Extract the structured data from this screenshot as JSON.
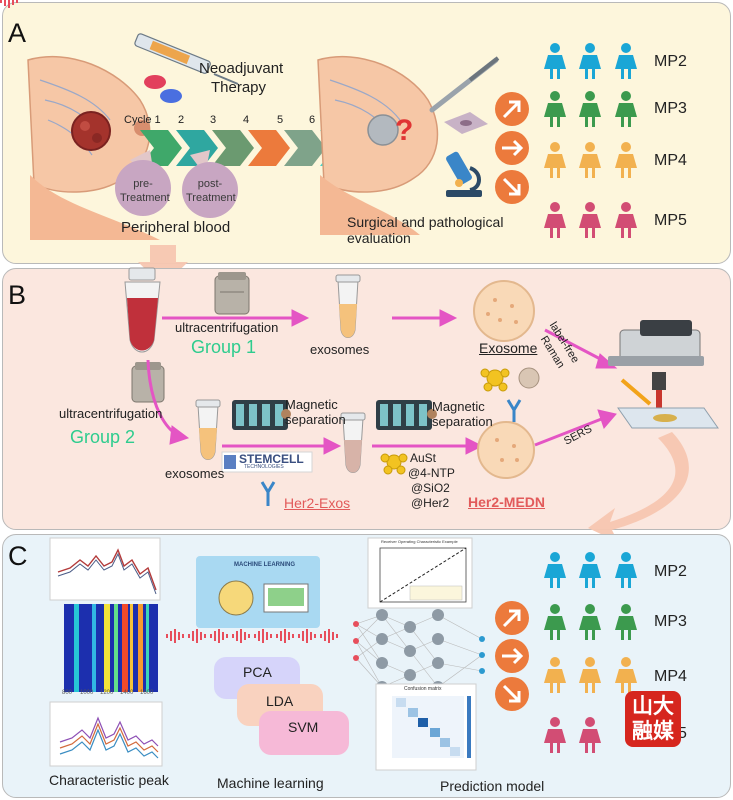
{
  "panel_a": {
    "label": "A",
    "therapy": [
      "Neoadjuvant",
      "Therapy"
    ],
    "cycles": [
      "Cycle 1",
      "2",
      "3",
      "4",
      "5",
      "6"
    ],
    "pre_treatment": [
      "pre-",
      "Treatment"
    ],
    "post_treatment": [
      "post-",
      "Treatment"
    ],
    "peripheral_blood": "Peripheral blood",
    "surgical": [
      "Surgical  and pathological",
      "evaluation"
    ],
    "groups": [
      "MP2",
      "MP3",
      "MP4",
      "MP5"
    ]
  },
  "panel_b": {
    "label": "B",
    "ultracentrifugation_1": "ultracentrifugation",
    "group_1": "Group 1",
    "exosomes_1": "exosomes",
    "exosome": "Exosome",
    "label_free": [
      "label-free",
      "Raman"
    ],
    "ultracentrifugation_2": "ultracentrifugation",
    "group_2": "Group 2",
    "exosomes_2": "exosomes",
    "magnetic_1": [
      "Magnetic",
      "separation"
    ],
    "magnetic_2": [
      "Magnetic",
      "separation"
    ],
    "stemcell": "STEMCELL",
    "stemcell_sub": "TECHNOLOGIES",
    "her2_exos": "Her2-Exos",
    "aust": [
      "AuSt",
      "@4-NTP",
      "@SiO2",
      "@Her2"
    ],
    "her2_medn": "Her2-MEDN",
    "sers": "SERS"
  },
  "panel_c": {
    "label": "C",
    "characteristic_peak": "Characteristic peak",
    "machine_learning_banner": "MACHINE LEARNING",
    "methods": [
      "PCA",
      "LDA",
      "SVM"
    ],
    "machine_learning": "Machine learning",
    "roc_title": "Receiver Operating Characteristic Example",
    "confusion_title": "Confusion matrix",
    "prediction_model": "Prediction model",
    "groups": [
      "MP2",
      "MP3",
      "MP4",
      "MP5"
    ],
    "heat_ticks": [
      "800",
      "1000",
      "1200",
      "1400",
      "1600"
    ],
    "logo": [
      "山大",
      "融媒"
    ]
  },
  "colors": {
    "mp2": "#1aa6d6",
    "mp3": "#3c9a4e",
    "mp4": "#f2b14f",
    "mp5": "#d24d74",
    "arrow_orange": "#ec7a3c",
    "pink_arrow": "#e455c4",
    "green_text": "#2ecc8e",
    "red_text": "#e25a5a"
  }
}
